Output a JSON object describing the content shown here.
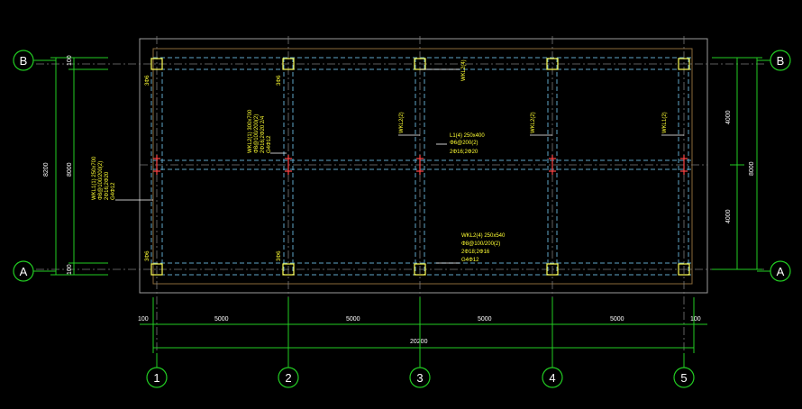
{
  "colors": {
    "background": "#000000",
    "outline": "#9a9a9a",
    "beam_edge": "#5fa6c8",
    "axis_line": "#7a7a7a",
    "dimension": "#22cc22",
    "grid_bubble": "#22cc22",
    "annotation": "#ffff33",
    "column": "#ffff55",
    "rebar_mark": "#ff4444"
  },
  "grid": {
    "columns": [
      "1",
      "2",
      "3",
      "4",
      "5"
    ],
    "rows": [
      "B",
      "A"
    ]
  },
  "dimensions": {
    "bottom_segments": [
      "100",
      "5000",
      "5000",
      "5000",
      "5000",
      "100"
    ],
    "bottom_total": "20200",
    "left_outer": "8200",
    "left_inner": "8000",
    "left_top_offset": "100",
    "left_bottom_offset": "100",
    "right_upper": "4000",
    "right_lower": "4000",
    "right_total": "8000"
  },
  "annotations": {
    "col_mark_1": "3Φ6",
    "col_mark_2": "3Φ6",
    "col_mark_3": "3Φ6",
    "col_mark_4": "3Φ6",
    "wkl1": [
      "WKL1(1) 250x700",
      "Φ8@100/200(2)",
      "2Φ16;2Φ20",
      "G4Φ12"
    ],
    "wkl2_left": [
      "WKL2(1) 300x700",
      "Φ8@100/200(2)",
      "2Φ16;2Φ20 2/4",
      "G4Φ12"
    ],
    "wkl2_top": "WKL2(4)",
    "wkl2_mid1": "WKL2(2)",
    "wkl2_mid2": "WKL2(2)",
    "wkl_right": "WKL1(2)",
    "l1": [
      "L1(4) 250x400",
      "Φ6@200(2)",
      "2Φ16;2Φ20"
    ],
    "wkl2_bottom": [
      "WKL2(4) 250x540",
      "Φ8@100/200(2)",
      "2Φ18;2Φ16",
      "G4Φ12"
    ]
  }
}
